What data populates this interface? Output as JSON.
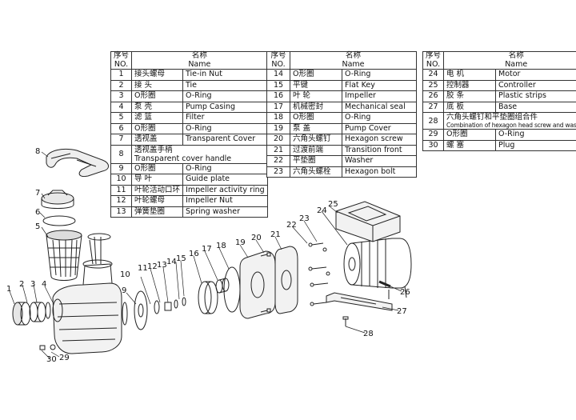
{
  "header": {
    "no_cn": "序号",
    "no_en": "NO.",
    "name_cn": "名称",
    "name_en": "Name"
  },
  "table1": [
    {
      "no": "1",
      "cn": "接头螺母",
      "en": "Tie-in Nut"
    },
    {
      "no": "2",
      "cn": "接 头",
      "en": "Tie"
    },
    {
      "no": "3",
      "cn": "O形圈",
      "en": "O-Ring"
    },
    {
      "no": "4",
      "cn": "泵 壳",
      "en": "Pump Casing"
    },
    {
      "no": "5",
      "cn": "滤 篮",
      "en": "Filter"
    },
    {
      "no": "6",
      "cn": "O形圈",
      "en": "O-Ring"
    },
    {
      "no": "7",
      "cn": "透视盖",
      "en": "Transparent Cover"
    },
    {
      "no": "8",
      "cn": "透视盖手柄",
      "en": "Transparent cover handle"
    },
    {
      "no": "9",
      "cn": "O形圈",
      "en": "O-Ring"
    },
    {
      "no": "10",
      "cn": "导 叶",
      "en": "Guide plate"
    },
    {
      "no": "11",
      "cn": "叶轮活动口环",
      "en": "Impeller activity ring"
    },
    {
      "no": "12",
      "cn": "叶轮螺母",
      "en": "Impeller Nut"
    },
    {
      "no": "13",
      "cn": "弹簧垫圈",
      "en": "Spring washer"
    }
  ],
  "table2": [
    {
      "no": "14",
      "cn": "O形圈",
      "en": "O-Ring"
    },
    {
      "no": "15",
      "cn": "平键",
      "en": "Flat Key"
    },
    {
      "no": "16",
      "cn": "叶 轮",
      "en": "Impeller"
    },
    {
      "no": "17",
      "cn": "机械密封",
      "en": "Mechanical seal"
    },
    {
      "no": "18",
      "cn": "O形圈",
      "en": "O-Ring"
    },
    {
      "no": "19",
      "cn": "泵 盖",
      "en": "Pump Cover"
    },
    {
      "no": "20",
      "cn": "六角头螺钉",
      "en": "Hexagon screw"
    },
    {
      "no": "21",
      "cn": "过渡前端",
      "en": "Transition front"
    },
    {
      "no": "22",
      "cn": "平垫圈",
      "en": "Washer"
    },
    {
      "no": "23",
      "cn": "六角头螺栓",
      "en": "Hexagon bolt"
    }
  ],
  "table3": [
    {
      "no": "24",
      "cn": "电 机",
      "en": "Motor"
    },
    {
      "no": "25",
      "cn": "控制器",
      "en": "Controller"
    },
    {
      "no": "26",
      "cn": "胶 条",
      "en": "Plastic strips"
    },
    {
      "no": "27",
      "cn": "底 板",
      "en": "Base"
    },
    {
      "no": "28",
      "cn": "六角头螺钉和平垫圈组合件",
      "en": "Combination of hexagon head screw and washer"
    },
    {
      "no": "29",
      "cn": "O形圈",
      "en": "O-Ring"
    },
    {
      "no": "30",
      "cn": "螺 塞",
      "en": "Plug"
    }
  ],
  "callouts": [
    "1",
    "2",
    "3",
    "4",
    "5",
    "6",
    "7",
    "8",
    "9",
    "10",
    "11",
    "12",
    "13",
    "14",
    "15",
    "16",
    "17",
    "18",
    "19",
    "20",
    "21",
    "22",
    "23",
    "24",
    "25",
    "26",
    "27",
    "28",
    "29",
    "30"
  ]
}
